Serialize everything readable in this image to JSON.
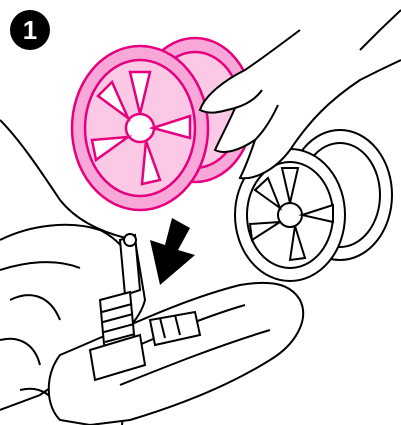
{
  "step": {
    "number": "1"
  },
  "colors": {
    "highlight": "#e6007e",
    "highlight_fill": "#f7a8d8",
    "ink": "#000000",
    "paper": "#ffffff"
  },
  "icons": [
    "pink-wheel-pair",
    "rear-wheel-pair",
    "down-arrow-icon",
    "hand",
    "mower-body",
    "axle-shaft"
  ]
}
